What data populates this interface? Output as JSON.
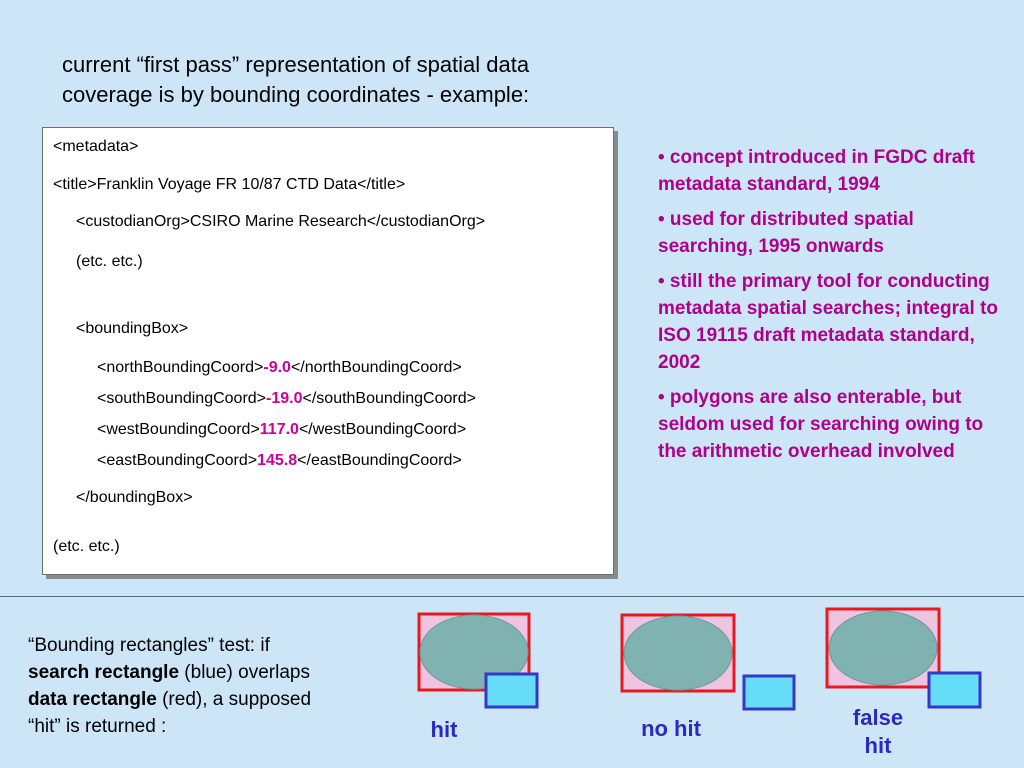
{
  "heading": {
    "line1": "current “first pass” representation of spatial data",
    "line2": "coverage is by bounding coordinates - example:"
  },
  "code": {
    "metadata_open": "<metadata>",
    "title_line": "<title>Franklin Voyage FR 10/87 CTD Data</title>",
    "custodian_line": "<custodianOrg>CSIRO Marine Research</custodianOrg>",
    "etc1": "(etc. etc.)",
    "bbox_open": "<boundingBox>",
    "north": {
      "open": "<northBoundingCoord>",
      "value": "-9.0",
      "close": "</northBoundingCoord>"
    },
    "south": {
      "open": "<southBoundingCoord>",
      "value": "-19.0",
      "close": "</southBoundingCoord>"
    },
    "west": {
      "open": "<westBoundingCoord>",
      "value": "117.0",
      "close": "</westBoundingCoord>"
    },
    "east": {
      "open": "<eastBoundingCoord>",
      "value": "145.8",
      "close": "</eastBoundingCoord>"
    },
    "bbox_close": "</boundingBox>",
    "etc2": "(etc. etc.)"
  },
  "bullets": [
    "• concept introduced in FGDC draft metadata standard, 1994",
    "• used for distributed spatial searching, 1995 onwards",
    "• still the primary tool for conducting metadata spatial searches; integral to ISO 19115 draft metadata standard, 2002",
    "• polygons are also enterable, but seldom used for searching owing to the arithmetic overhead involved"
  ],
  "test": {
    "line1": "“Bounding rectangles” test: if",
    "search_rect": "search rectangle",
    "blue": " (blue) overlaps",
    "data_rect": "data rectangle",
    "red": " (red), a supposed",
    "line4": "“hit” is returned :"
  },
  "diagrams": {
    "hit": "hit",
    "no_hit": "no hit",
    "false_hit_1": "false",
    "false_hit_2": "hit"
  },
  "colors": {
    "data_rect": "#e8191e",
    "search_rect": "#3636c8",
    "search_fill": "#66ddf8",
    "data_fill": "#efc4e0",
    "ellipse": "#7fb2b0",
    "bullet_text": "#b0008a",
    "label_text": "#2a2ac0"
  }
}
